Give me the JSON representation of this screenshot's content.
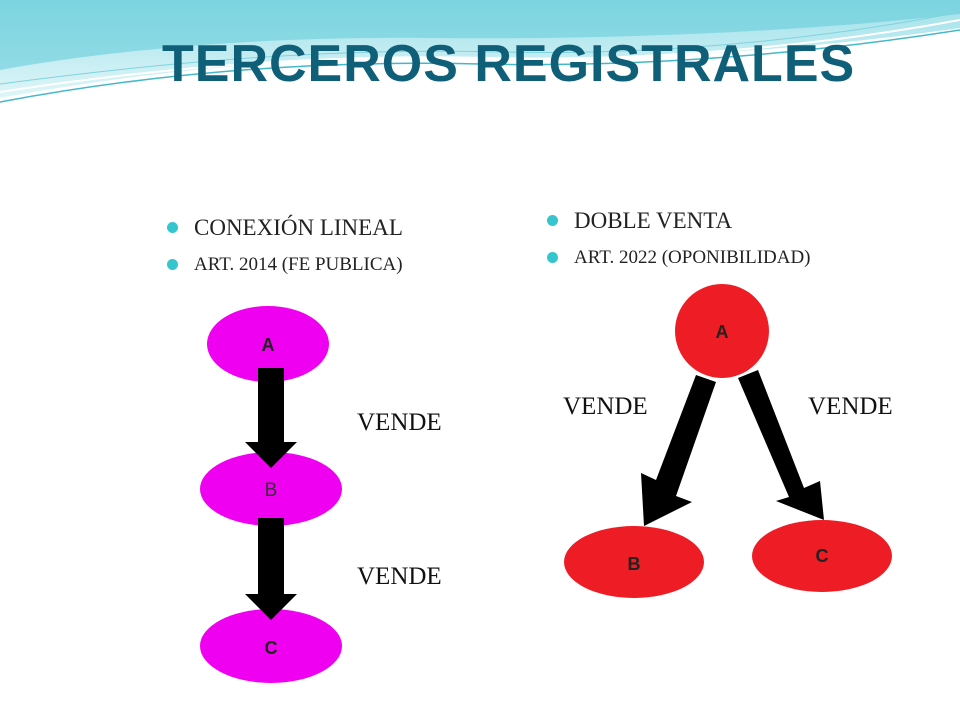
{
  "title": "TERCEROS REGISTRALES",
  "left": {
    "bullets": [
      "CONEXIÓN LINEAL",
      "ART. 2014 (FE PUBLICA)"
    ],
    "nodes": [
      "A",
      "B",
      "C"
    ],
    "edge_labels": [
      "VENDE",
      "VENDE"
    ]
  },
  "right": {
    "bullets": [
      "DOBLE VENTA",
      "ART. 2022 (OPONIBILIDAD)"
    ],
    "nodes": [
      "A",
      "B",
      "C"
    ],
    "edge_labels": [
      "VENDE",
      "VENDE"
    ]
  },
  "colors": {
    "title": "#0f5f78",
    "bullet": "#35c5cf",
    "left_node_fill": "#f000f0",
    "right_node_fill": "#ee1c24",
    "arrow": "#000000"
  }
}
